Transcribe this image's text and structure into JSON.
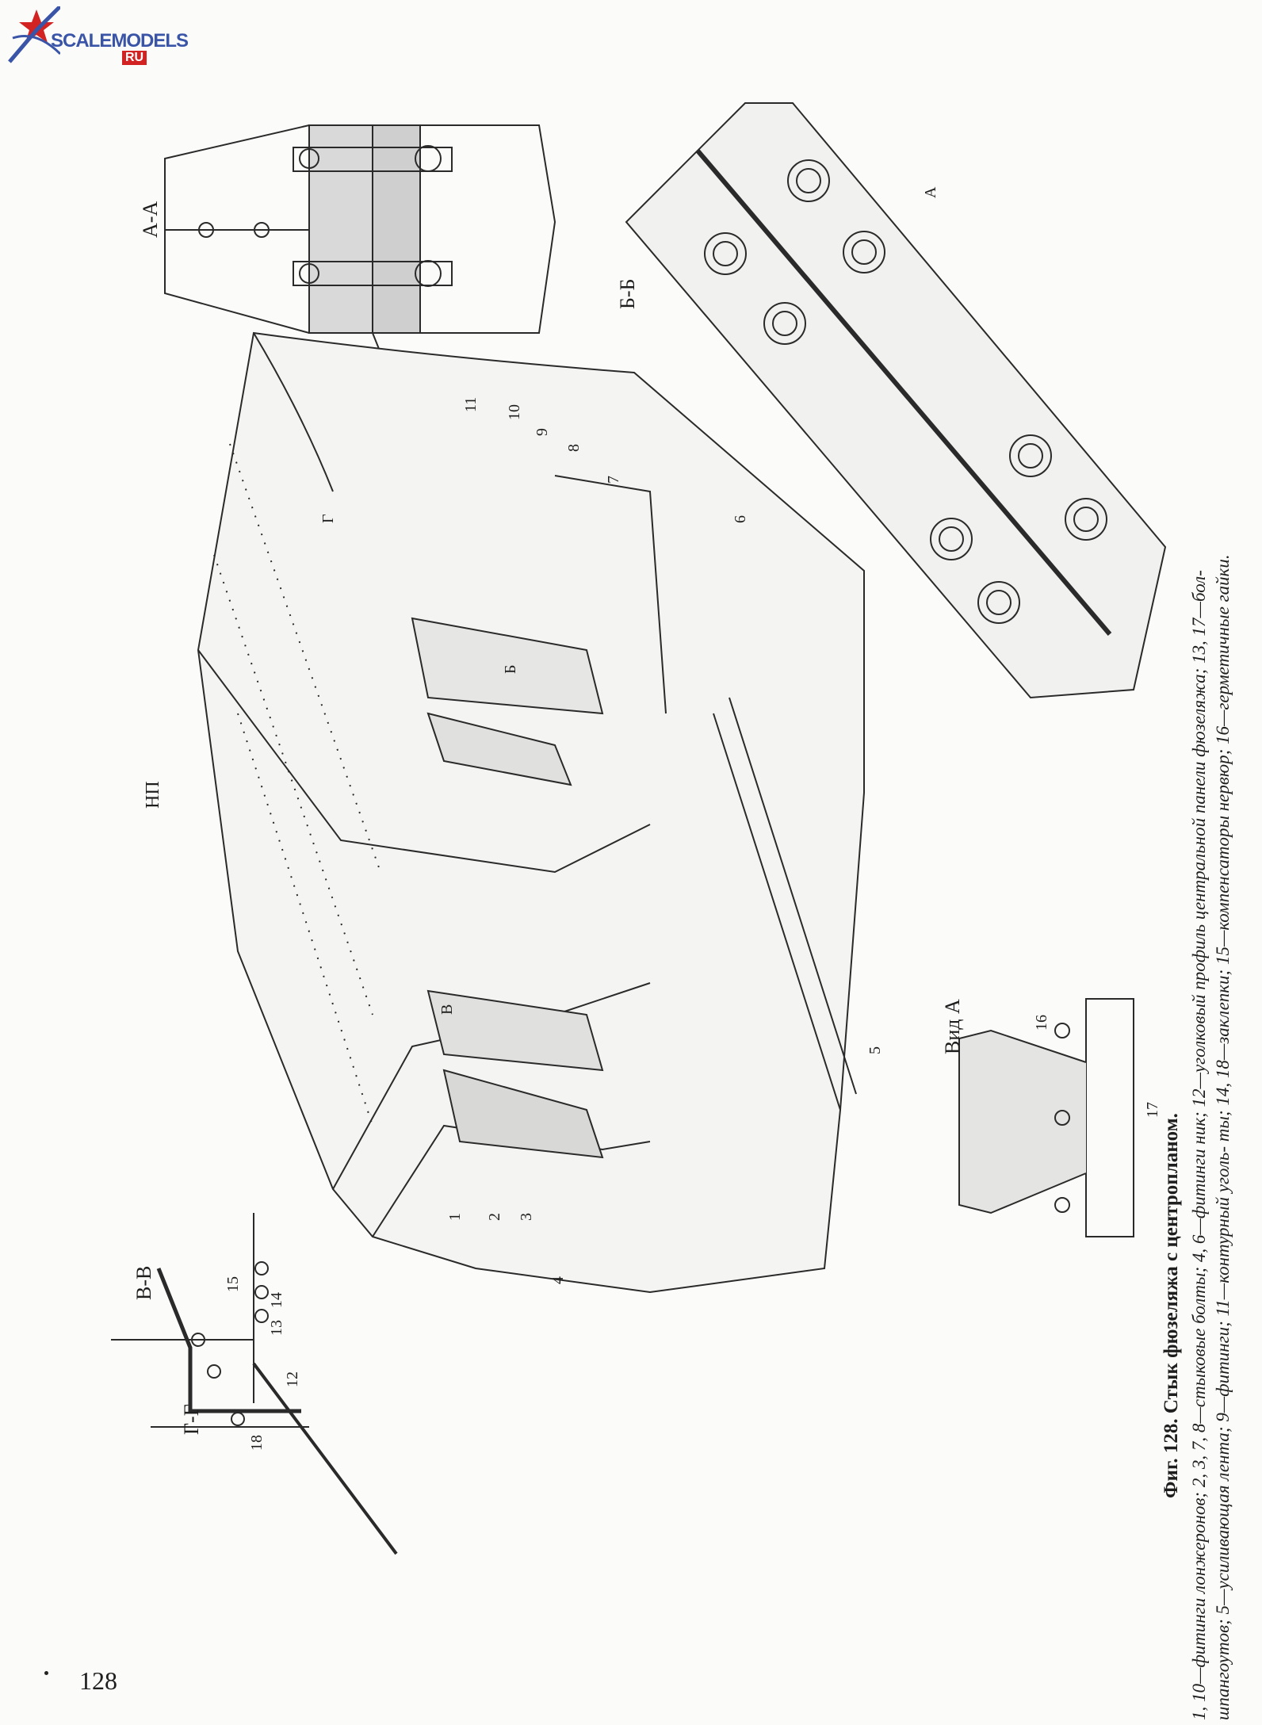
{
  "logo": {
    "text": "SCALEMODELS",
    "sub": "RU",
    "colors": {
      "text": "#3a55a8",
      "star": "#d32222"
    }
  },
  "section_labels": {
    "aa": "А-А",
    "bb": "Б-Б",
    "vv": "В-В",
    "gg": "Г-Г",
    "view_a": "Вид А",
    "direction": "НП"
  },
  "callouts": {
    "n1": "1",
    "n2": "2",
    "n3": "3",
    "n4": "4",
    "n5": "5",
    "n6": "6",
    "n7": "7",
    "n8": "8",
    "n9": "9",
    "n10": "10",
    "n11": "11",
    "n12": "12",
    "n13": "13",
    "n14": "14",
    "n15": "15",
    "n16": "16",
    "n17": "17",
    "n18": "18"
  },
  "section_marks": {
    "a": "А",
    "b": "Б",
    "v": "В",
    "g": "Г"
  },
  "caption": {
    "title": "Фиг. 128. Стык фюзеляжа с центропланом.",
    "line1": "1, 10—фитинги лонжеронов; 2, 3, 7, 8—стыковые болты; 4, 6—фитинги ник; 12—уголковый профиль центральной панели фюзеляжа; 13, 17—бол-",
    "line2": "шпангоутов; 5—усиливающая лента; 9—фитинги; 11—контурный уголь- ты; 14, 18—заклепки; 15—компенсаторы нервюр; 16—герметичные гайки."
  },
  "page_number": "128"
}
